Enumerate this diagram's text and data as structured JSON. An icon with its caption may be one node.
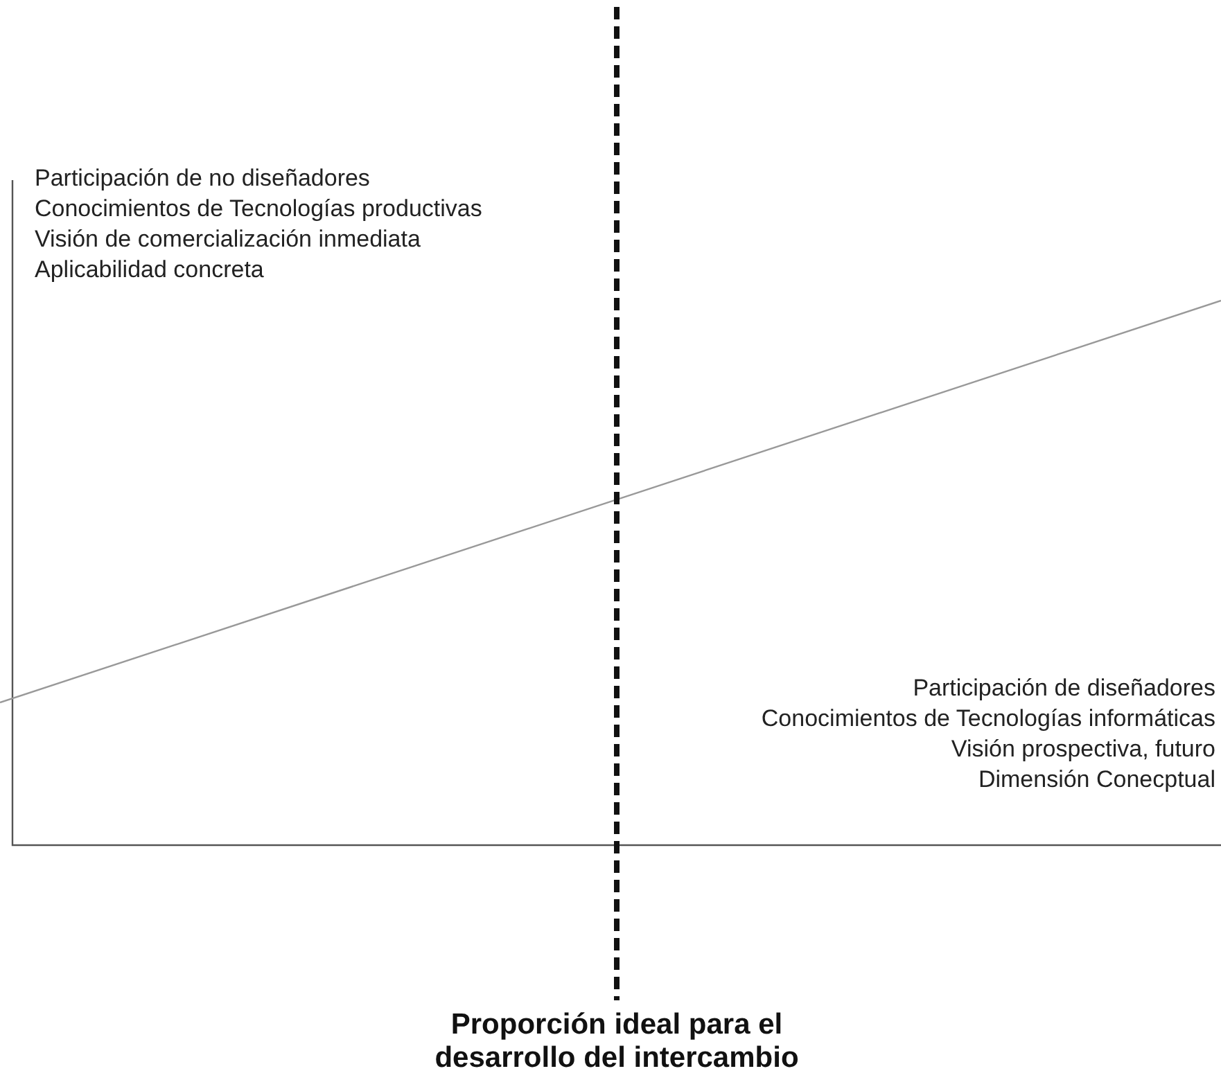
{
  "diagram": {
    "labels": [
      "Participación de no diseñadores",
      "Conocimientos de Tecnologías productivas",
      "Visión de comercialización inmediata",
      "Aplicabilidad concreta",
      "Participación de diseñadores",
      "Conocimientos de Tecnologías informáticas",
      "Visión prospectiva, futuro",
      "Dimensión Conecptual",
      "Proporción ideal para el desarrollo del intercambio"
    ]
  }
}
